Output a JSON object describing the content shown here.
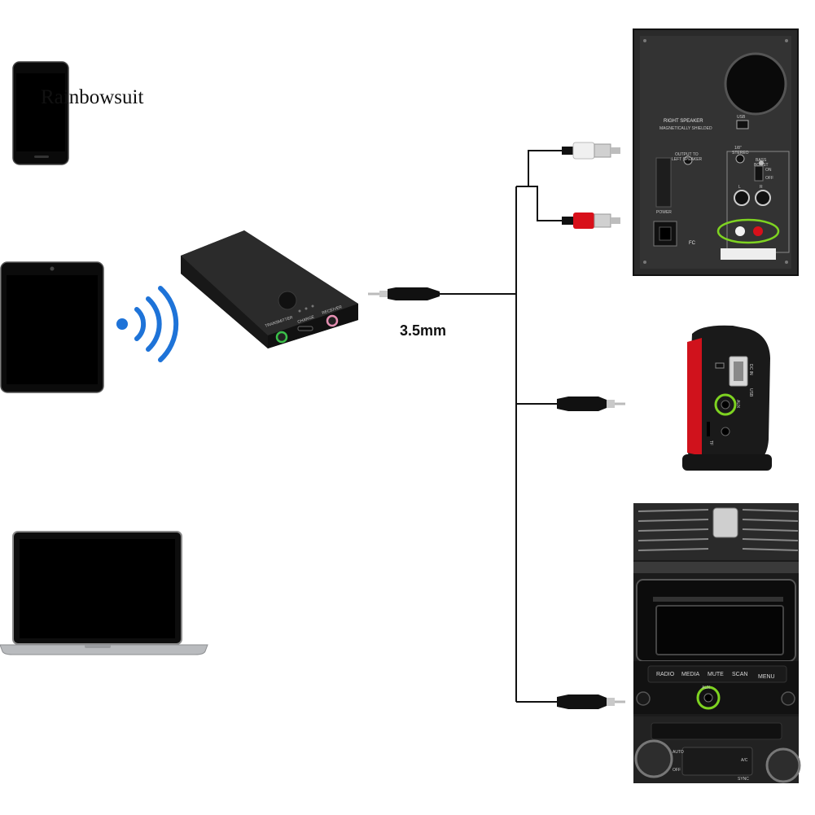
{
  "watermark": "Rainbowsuit",
  "cable_label": "3.5mm",
  "adapter": {
    "port_transmitter": "TRANSMITTER",
    "port_charge": "CHARGE",
    "port_receiver": "RECEIVER"
  },
  "speaker": {
    "title": "RIGHT SPEAKER",
    "subtitle": "MAGNETICALLY SHIELDED",
    "output_label": "OUTPUT TO",
    "output_label_2": "LEFT SPEAKER",
    "usb_label": "USB",
    "stereo_label": "1/8\"",
    "stereo_label_2": "STEREO",
    "bass_label": "BASS",
    "bass_label_2": "BOOST",
    "on_label": "ON",
    "off_label": "OFF",
    "left_label": "L",
    "right_label": "R",
    "power_label": "POWER",
    "fcc_label": "FC"
  },
  "portable_speaker": {
    "dc_label": "DC IN",
    "usb_label": "USB",
    "aux_label": "AUX",
    "tf_label": "TF"
  },
  "car": {
    "buttons": [
      "RADIO",
      "MEDIA",
      "MUTE",
      "SCAN",
      "MENU"
    ],
    "aux_label": "AUX",
    "auto_label": "AUTO",
    "ac_label": "A/C",
    "off_label": "OFF",
    "sync_label": "SYNC"
  }
}
